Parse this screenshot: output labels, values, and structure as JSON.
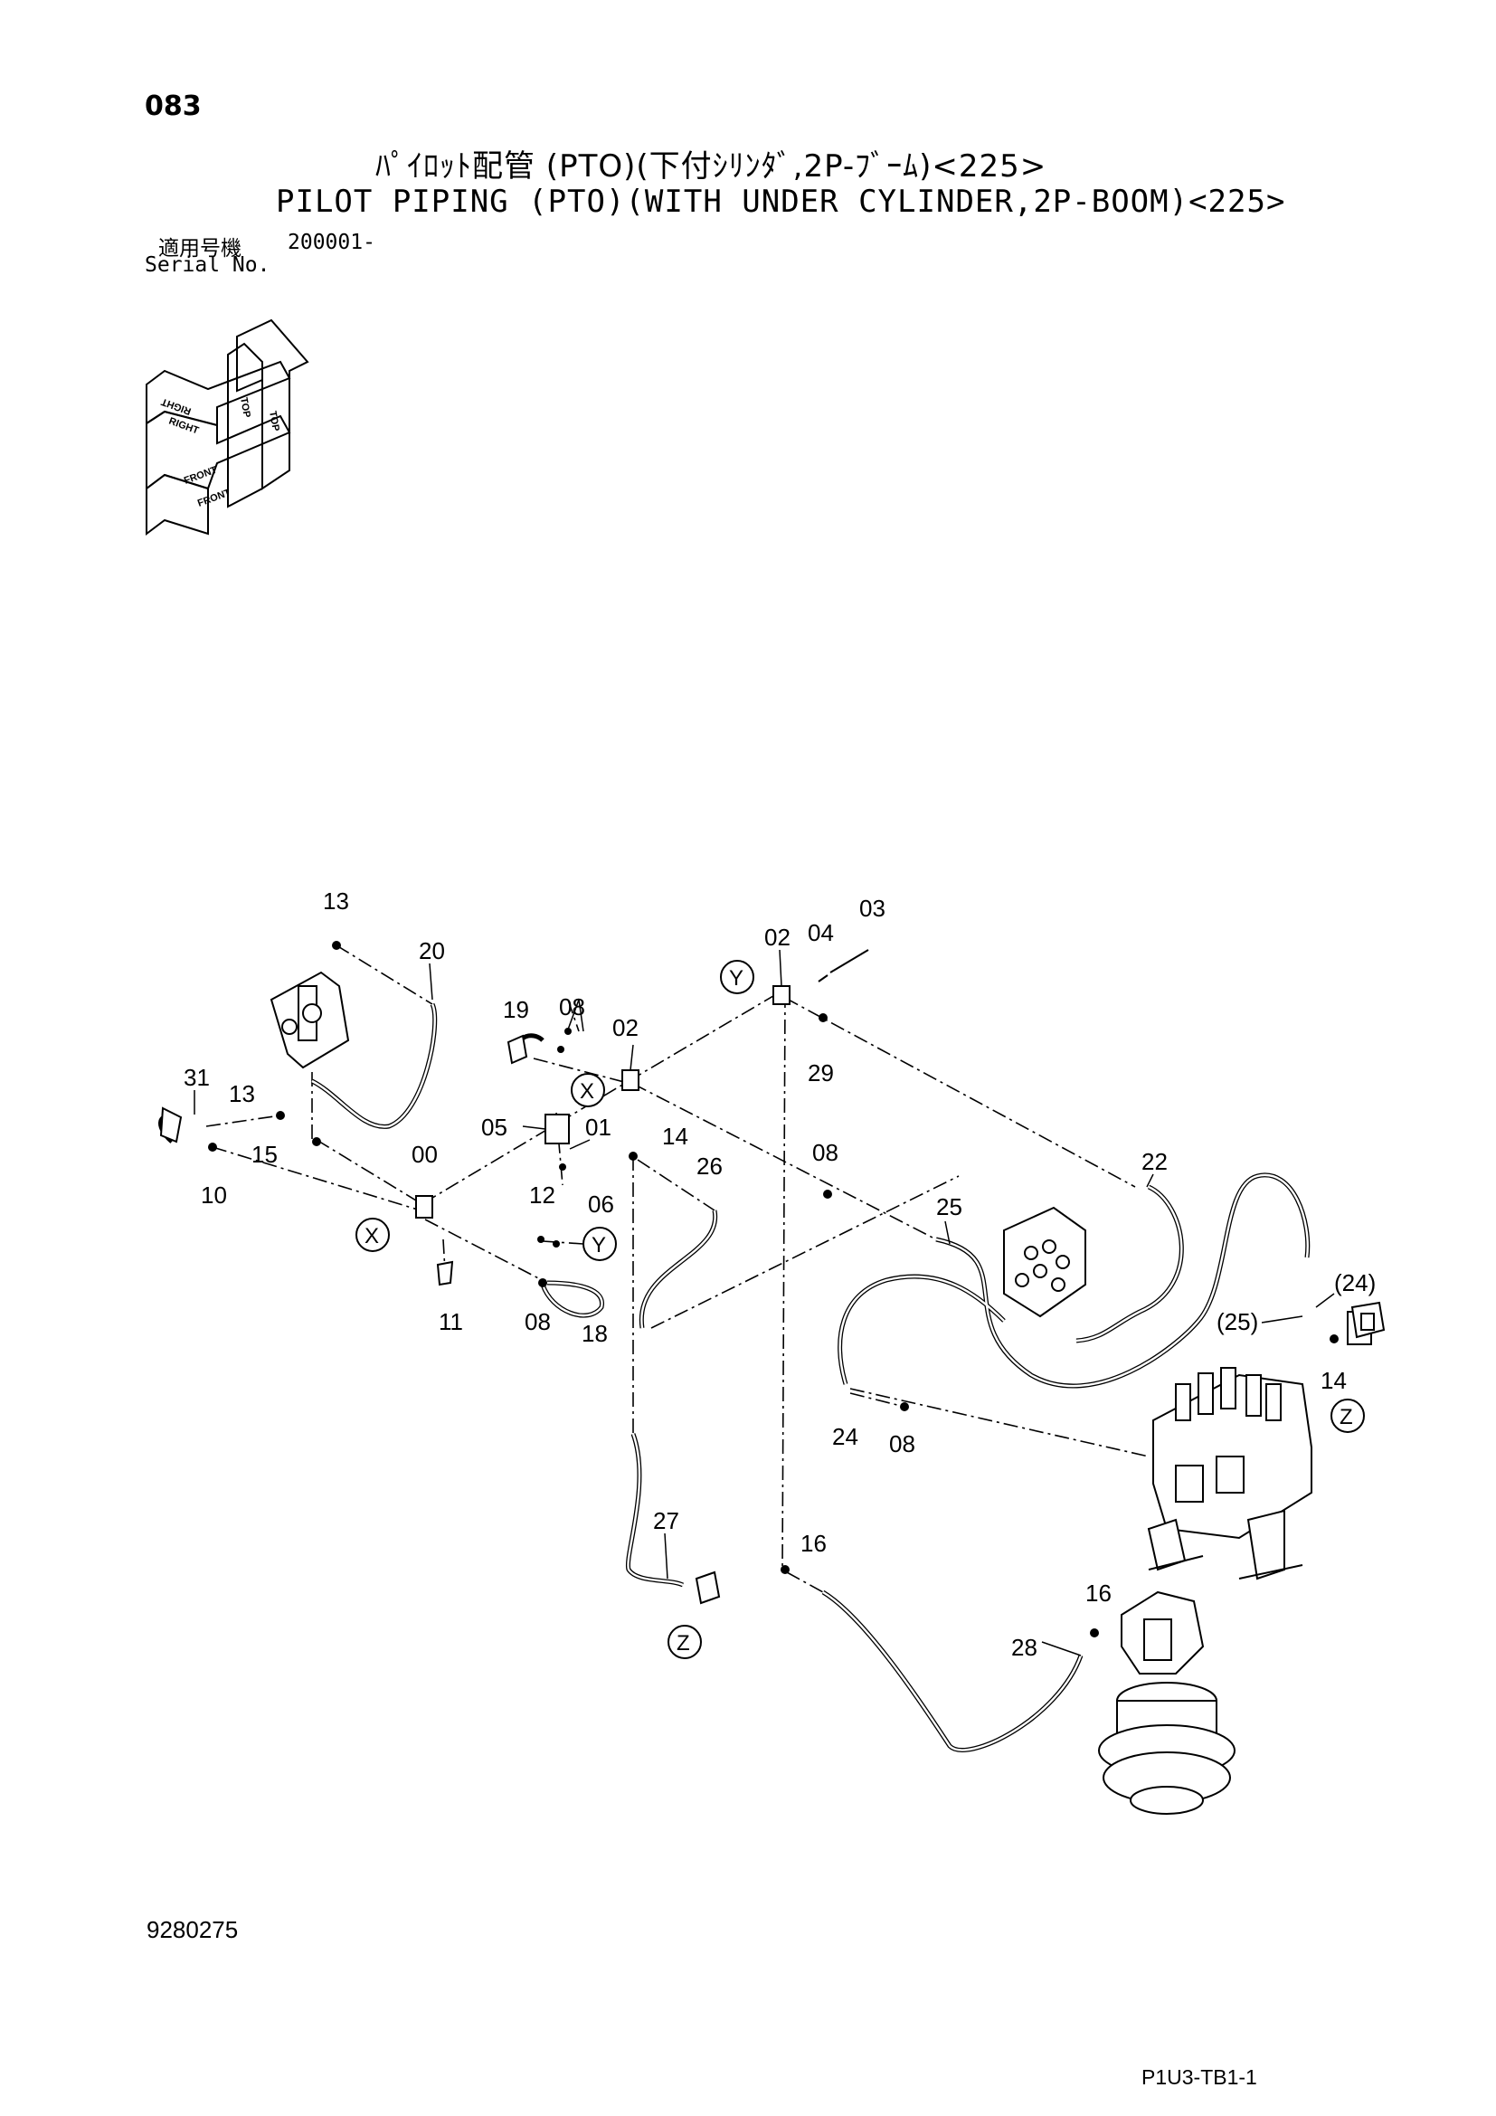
{
  "header": {
    "page_number": "083",
    "title_jp": "ﾊﾟｲﾛｯﾄ配管 (PTO)(下付ｼﾘﾝﾀﾞ,2P-ﾌﾞｰﾑ)<225>",
    "title_en": "PILOT PIPING (PTO)(WITH UNDER CYLINDER,2P-BOOM)<225>",
    "serial_label_jp": "適用号機",
    "serial_value": "200001-",
    "serial_label_en": "Serial No."
  },
  "orientation": {
    "top": "TOP",
    "right": "RIGHT",
    "front": "FRONT"
  },
  "part_labels": {
    "p13a": "13",
    "p20": "20",
    "p31": "31",
    "p13b": "13",
    "p15": "15",
    "p10": "10",
    "p19": "19",
    "p08a": "08",
    "p02a": "02",
    "p05": "05",
    "p01": "01",
    "p00": "00",
    "p12": "12",
    "p06": "06",
    "p11": "11",
    "p08b": "08",
    "p18": "18",
    "p14a": "14",
    "p26": "26",
    "p08c": "08",
    "p02b": "02",
    "p04": "04",
    "p03": "03",
    "p29": "29",
    "p22": "22",
    "p25": "25",
    "p24b": "(24)",
    "p25b": "(25)",
    "p14b": "14",
    "p24": "24",
    "p08d": "08",
    "p27": "27",
    "p16a": "16",
    "p16b": "16",
    "p28": "28"
  },
  "callouts": {
    "x1": "X",
    "x2": "X",
    "y1": "Y",
    "y2": "Y",
    "z1": "Z",
    "z2": "Z"
  },
  "footer": {
    "drawing_number": "9280275",
    "sheet_code": "P1U3-TB1-1"
  }
}
